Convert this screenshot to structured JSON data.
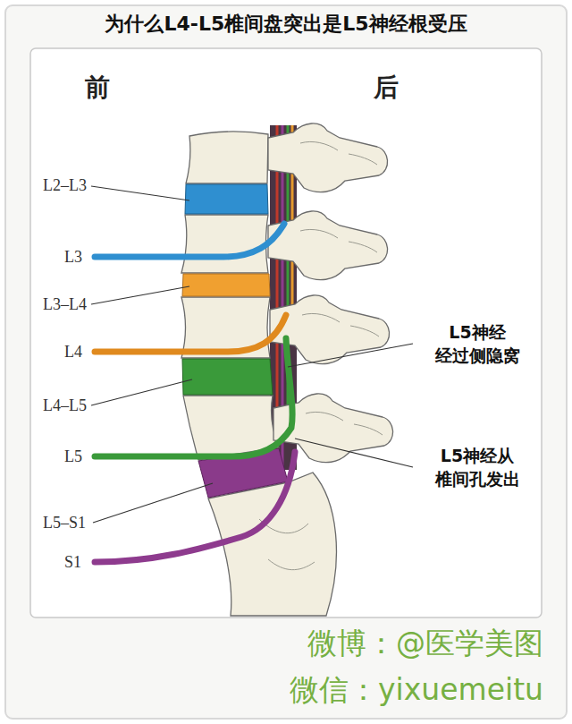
{
  "diagram": {
    "title": "为什么L4-L5椎间盘突出是L5神经根受压",
    "labels": [
      "前",
      "后",
      "L2–L3",
      "L3",
      "L3–L4",
      "L4",
      "L4–L5",
      "L5",
      "L5–S1",
      "S1",
      "L5神经 经过侧隐窝",
      "L5神经从 椎间孔发出",
      "微博：@医学美图",
      "微信：yixuemeitu"
    ]
  }
}
